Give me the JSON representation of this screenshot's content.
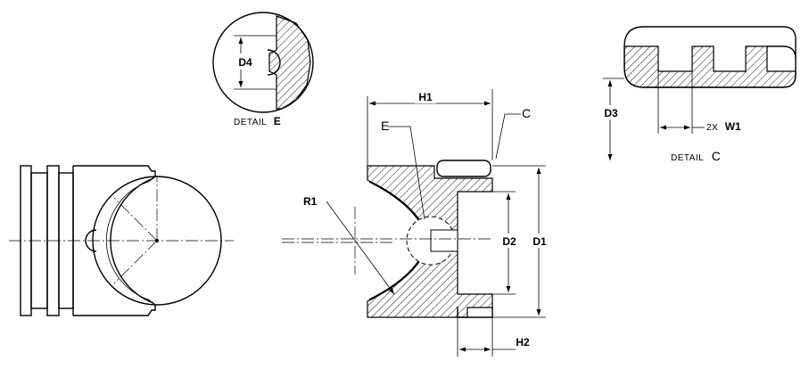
{
  "labels": {
    "h1": "H1",
    "h2": "H2",
    "d1": "D1",
    "d2": "D2",
    "d3": "D3",
    "d4": "D4",
    "r1": "R1",
    "w1": "W1",
    "w1_prefix": "2X",
    "e": "E",
    "c": "C"
  },
  "captions": {
    "detail_e_prefix": "DETAIL",
    "detail_e_letter": "E",
    "detail_c_prefix": "DETAIL",
    "detail_c_letter": "C"
  }
}
